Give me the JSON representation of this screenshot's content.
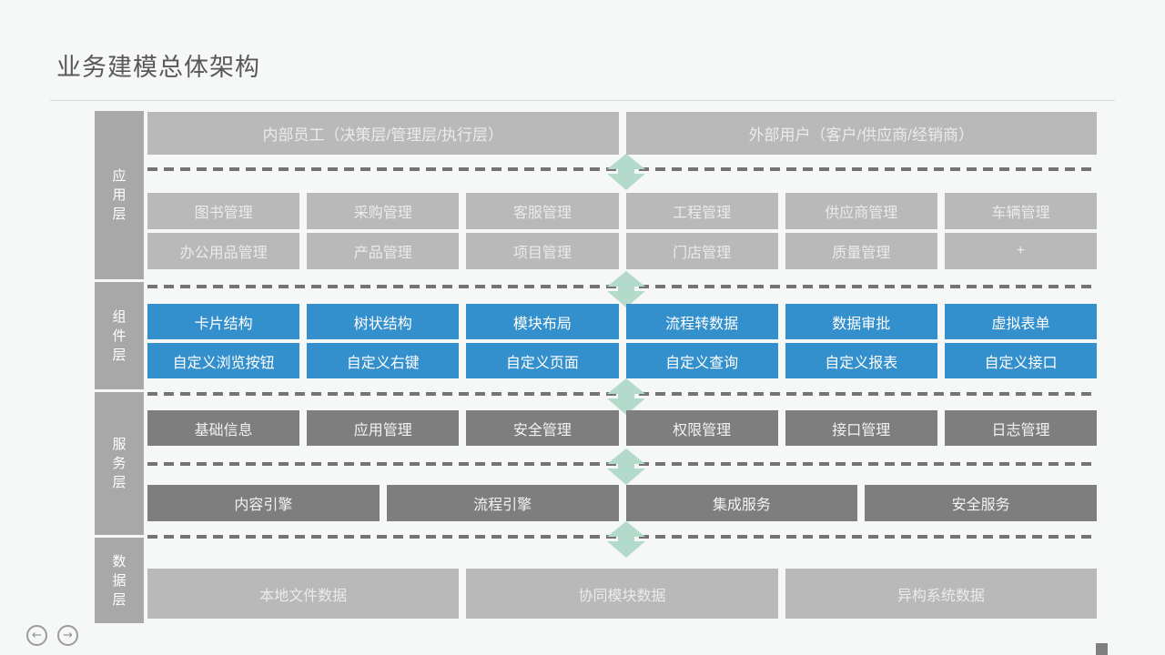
{
  "page": {
    "title": "业务建模总体架构"
  },
  "sidebar": {
    "layers": [
      {
        "label": "应用层"
      },
      {
        "label": "组件层"
      },
      {
        "label": "服务层"
      },
      {
        "label": "数据层"
      }
    ]
  },
  "users": {
    "internal": "内部员工（决策层/管理层/执行层）",
    "external": "外部用户（客户/供应商/经销商）"
  },
  "application": {
    "row1": [
      "图书管理",
      "采购管理",
      "客服管理",
      "工程管理",
      "供应商管理",
      "车辆管理"
    ],
    "row2": [
      "办公用品管理",
      "产品管理",
      "项目管理",
      "门店管理",
      "质量管理",
      "+"
    ]
  },
  "components": {
    "row1": [
      "卡片结构",
      "树状结构",
      "模块布局",
      "流程转数据",
      "数据审批",
      "虚拟表单"
    ],
    "row2": [
      "自定义浏览按钮",
      "自定义右键",
      "自定义页面",
      "自定义查询",
      "自定义报表",
      "自定义接口"
    ]
  },
  "services": {
    "row1": [
      "基础信息",
      "应用管理",
      "安全管理",
      "权限管理",
      "接口管理",
      "日志管理"
    ],
    "row2": [
      "内容引擎",
      "流程引擎",
      "集成服务",
      "安全服务"
    ]
  },
  "data_layer": {
    "row1": [
      "本地文件数据",
      "协同模块数据",
      "异构系统数据"
    ]
  },
  "nav": {
    "prev_icon": "←",
    "next_icon": "→"
  },
  "colors": {
    "accent_blue": "#3490cc",
    "light_gray": "#b9b9b9",
    "dark_gray": "#7e7e7e",
    "sidebar_gray": "#a8a8a8",
    "arrow_mint": "#b4dacc",
    "dash_gray": "#747474",
    "background": "#f6f8f7"
  }
}
